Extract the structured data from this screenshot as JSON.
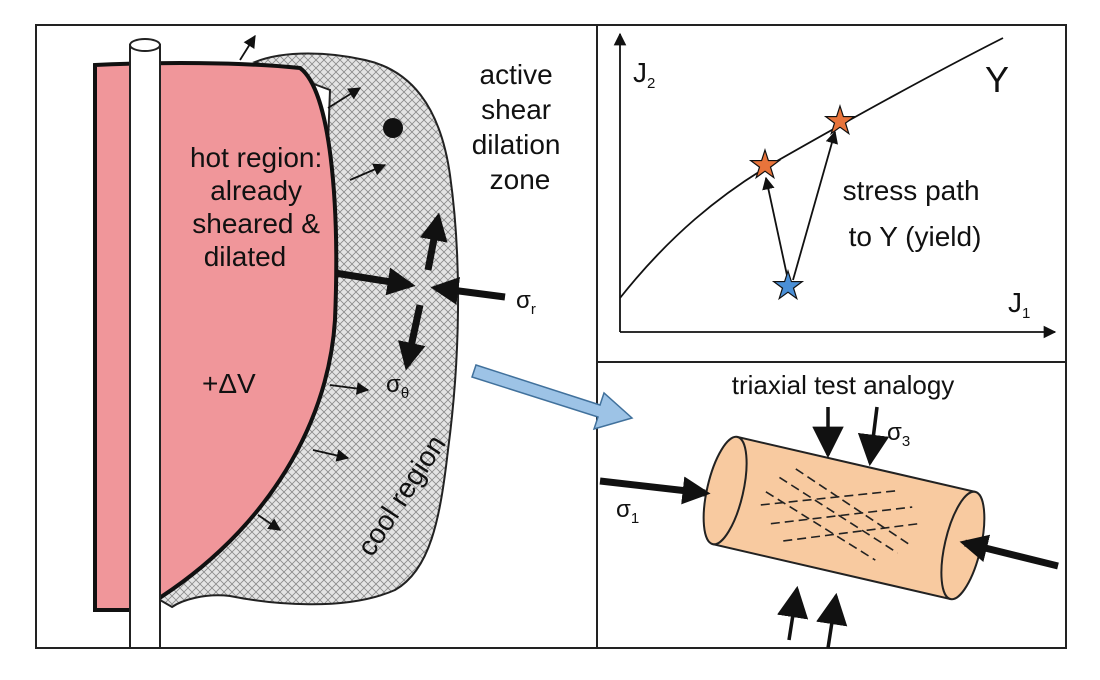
{
  "hot_region": {
    "lines": [
      "hot region:",
      "already",
      "sheared &",
      "dilated"
    ],
    "volume_label": "+ΔV"
  },
  "active_zone": {
    "lines": [
      "active",
      "shear",
      "dilation",
      "zone"
    ]
  },
  "cool_region": "cool region",
  "stress_labels": {
    "sigma_r_base": "σ",
    "sigma_r_sub": "r",
    "sigma_theta_base": "σ",
    "sigma_theta_sub": "θ"
  },
  "yield_plot": {
    "ylabel_base": "J",
    "ylabel_sub": "2",
    "xlabel_base": "J",
    "xlabel_sub": "1",
    "curve_label": "Y",
    "path_lines": [
      "stress path",
      "to Y (yield)"
    ],
    "colors": {
      "yield_star": "#e8743b",
      "initial_star": "#4a8fd6"
    }
  },
  "triaxial": {
    "title": "triaxial test analogy",
    "sigma1_base": "σ",
    "sigma1_sub": "1",
    "sigma3_base": "σ",
    "sigma3_sub": "3"
  },
  "colors": {
    "hot_fill": "#f0969a",
    "cool_fill": "#dcdcdc",
    "specimen_fill": "#f8caa0",
    "transfer_arrow": "#9dc3e6",
    "transfer_arrow_edge": "#41719c"
  }
}
